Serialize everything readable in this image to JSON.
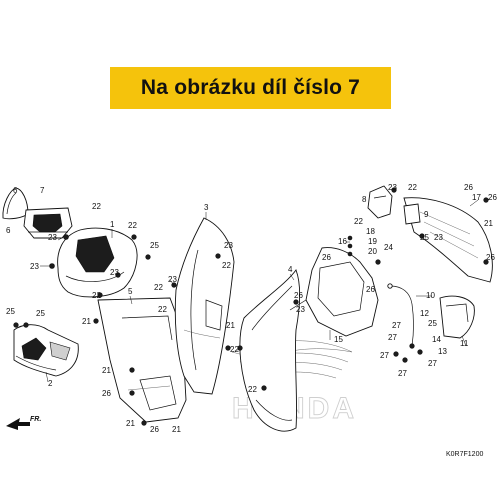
{
  "banner": {
    "text": "Na obrázku díl číslo 7",
    "color": "#f5c30c"
  },
  "watermark": {
    "text": "HONDA"
  },
  "direction_label": "FR.",
  "diagram_code": "K0R7F1200",
  "callouts": {
    "c1": "1",
    "c2": "2",
    "c3": "3",
    "c4": "4",
    "c5": "5",
    "c6": "6",
    "c7": "7",
    "c8": "8",
    "c9": "9",
    "c10": "10",
    "c11": "11",
    "c12": "12",
    "c13": "13",
    "c14": "14",
    "c15": "15",
    "c16": "16",
    "c17": "17",
    "c18": "18",
    "c19": "19",
    "c20": "20",
    "c21": "21",
    "c22": "22",
    "c23": "23",
    "c24": "24",
    "c25": "25",
    "c26": "26",
    "c27": "27"
  }
}
